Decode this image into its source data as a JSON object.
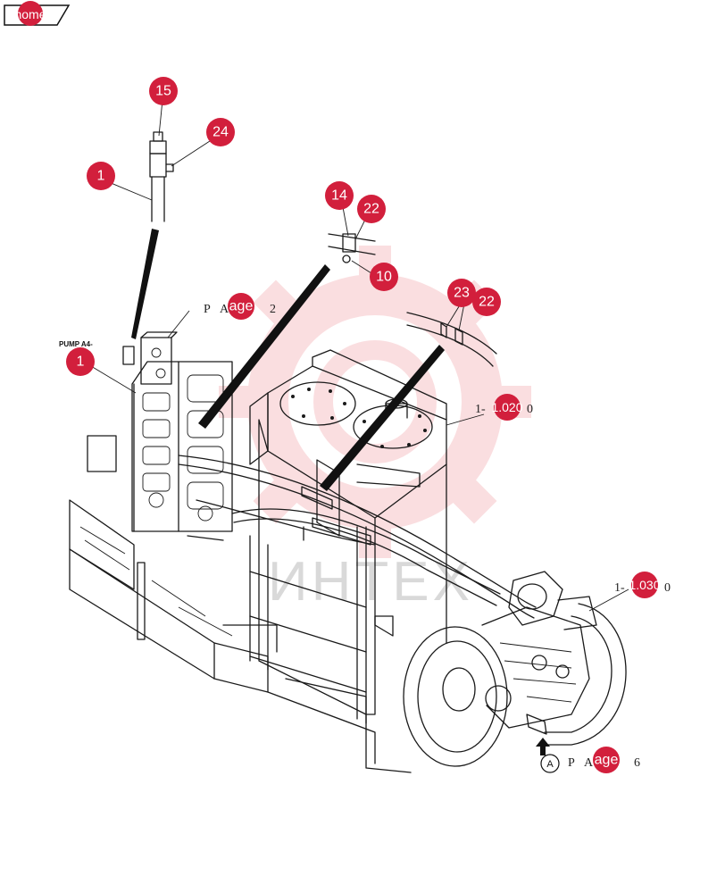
{
  "home_button": {
    "label": "home"
  },
  "watermark": {
    "text": "ИНТЕХ",
    "color": "#e53945"
  },
  "badge_color": "#d21f3c",
  "parts": [
    {
      "label": "15"
    },
    {
      "label": "24"
    },
    {
      "label": "1"
    },
    {
      "label": "14"
    },
    {
      "label": "22"
    },
    {
      "label": "10"
    },
    {
      "label": "23"
    },
    {
      "label": "22"
    },
    {
      "label": "1"
    }
  ],
  "pump_label": "PUMP A4-",
  "page_refs": [
    {
      "prefix": "P A",
      "badge": "age",
      "suffix": "2"
    },
    {
      "prefix": "P A",
      "badge": "age",
      "suffix": "6"
    }
  ],
  "assembly_refs": [
    {
      "prefix": "1-",
      "badge": "1.020",
      "suffix": "0"
    },
    {
      "prefix": "1-",
      "badge": "1.030",
      "suffix": "0"
    }
  ],
  "view_marker": "A"
}
